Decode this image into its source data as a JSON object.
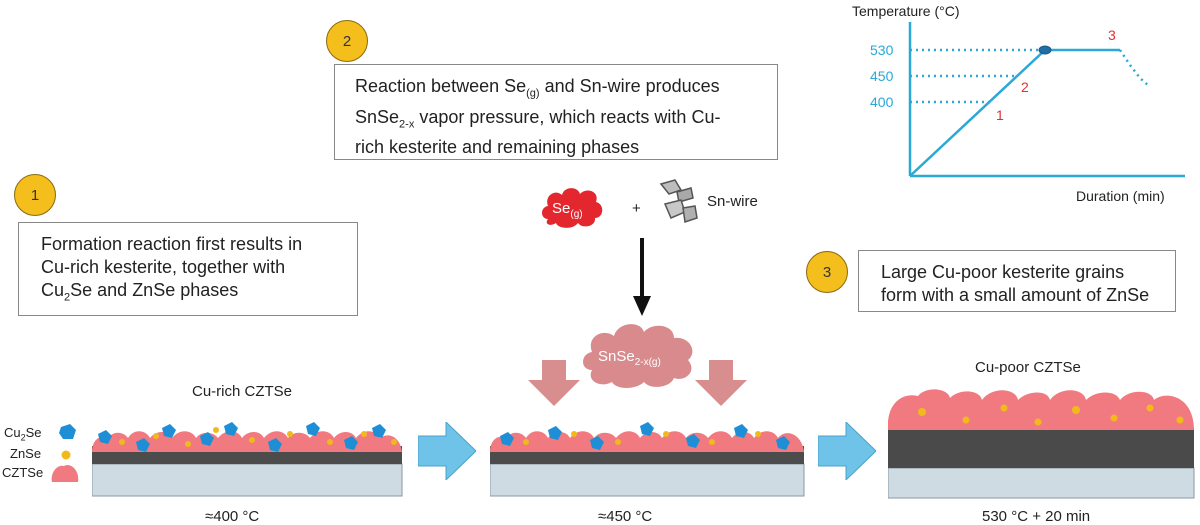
{
  "steps": [
    {
      "number": "1",
      "text_parts": [
        "Formation reaction first results in",
        "Cu-rich kesterite, together with",
        "Cu",
        "2",
        "Se and ZnSe phases"
      ]
    },
    {
      "number": "2",
      "text_parts": [
        "Reaction between Se",
        "(g)",
        " and Sn-wire produces",
        "SnSe",
        "2-x",
        " vapor pressure, which reacts with Cu-",
        "rich kesterite and remaining phases"
      ]
    },
    {
      "number": "3",
      "text_parts": [
        "Large Cu-poor kesterite grains",
        "form with a small amount of ZnSe"
      ]
    }
  ],
  "reactants": {
    "se_main": "Se",
    "se_sub": "(g)",
    "plus": "+",
    "sn_wire": "Sn-wire",
    "product_main": "SnSe",
    "product_sub": "2-x(g)"
  },
  "legend": [
    {
      "label_main": "Cu",
      "label_sub": "2",
      "label_rest": "Se",
      "color": "#1e8fd6"
    },
    {
      "label_main": "ZnSe",
      "label_sub": "",
      "label_rest": "",
      "color": "#f2b91c"
    },
    {
      "label_main": "CZTSe",
      "label_sub": "",
      "label_rest": "",
      "color": "#f07a80"
    }
  ],
  "stages": [
    {
      "title": "Cu-rich CZTSe",
      "temperature": "≈400 °C"
    },
    {
      "title": "",
      "temperature": "≈450 °C"
    },
    {
      "title": "Cu-poor CZTSe",
      "temperature": "530 °C + 20 min"
    }
  ],
  "chart_data": {
    "type": "line",
    "ylabel": "Temperature (°C)",
    "xlabel": "Duration (min)",
    "y_ticks": [
      "530",
      "450",
      "400"
    ],
    "points_labels": [
      "1",
      "2",
      "3"
    ],
    "color": "#2aa8d6",
    "marker_color": "#e03030"
  },
  "colors": {
    "badge": "#f4be1c",
    "czts": "#f07a80",
    "cu2se": "#1e8fd6",
    "znse": "#f2b91c",
    "arrow": "#6fc3e8",
    "vapor_arrow": "#d88e8e",
    "se_cloud": "#e4272e",
    "snse_cloud": "#d98a8c"
  }
}
